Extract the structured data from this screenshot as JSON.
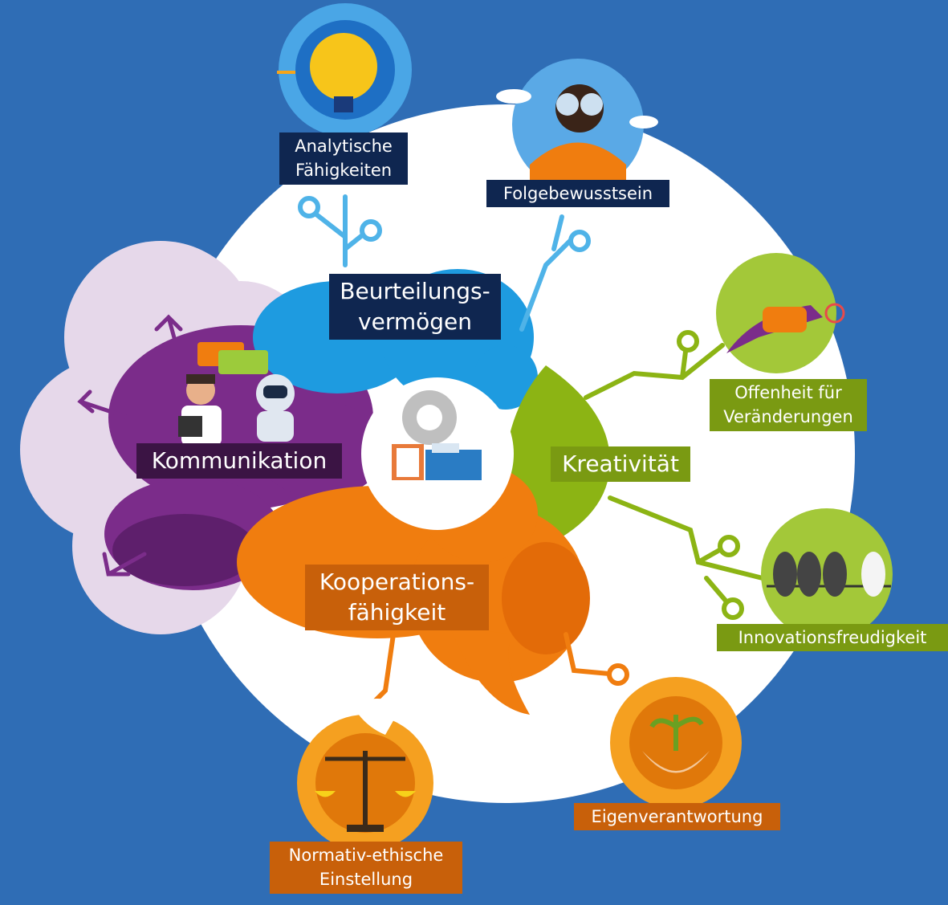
{
  "diagram": {
    "center": {
      "icon": "gear-toolbox-icon"
    },
    "categories": [
      {
        "id": "beurteilung",
        "line1": "Beurteilungs-",
        "line2": "vermögen",
        "color": "#1e9be0"
      },
      {
        "id": "kommunikation",
        "line1": "Kommunikation",
        "color": "#7b2c8a"
      },
      {
        "id": "kreativitaet",
        "line1": "Kreativität",
        "color": "#8cb414"
      },
      {
        "id": "kooperation",
        "line1": "Kooperations-",
        "line2": "fähigkeit",
        "color": "#f07d0f"
      }
    ],
    "skills": [
      {
        "id": "analytisch",
        "line1": "Analytische",
        "line2": "Fähigkeiten",
        "icon": "brain-lightbulb-icon"
      },
      {
        "id": "folge",
        "line1": "Folgebewusstsein",
        "icon": "binoculars-person-icon"
      },
      {
        "id": "offenheit",
        "line1": "Offenheit für",
        "line2": "Veränderungen",
        "icon": "chameleon-icon"
      },
      {
        "id": "innovation",
        "line1": "Innovationsfreudigkeit",
        "icon": "birds-on-wire-icon"
      },
      {
        "id": "eigenverantwortung",
        "line1": "Eigenverantwortung",
        "icon": "hands-seedling-icon"
      },
      {
        "id": "normativ",
        "line1": "Normativ-ethische",
        "line2": "Einstellung",
        "icon": "scales-dove-icon"
      }
    ],
    "colors": {
      "background": "#2f6db5",
      "blue": "#1e9be0",
      "purple": "#7b2c8a",
      "lavender": "#e6d8ea",
      "lime": "#8cb414",
      "orange": "#f07d0f",
      "navy": "#0f2650"
    }
  }
}
